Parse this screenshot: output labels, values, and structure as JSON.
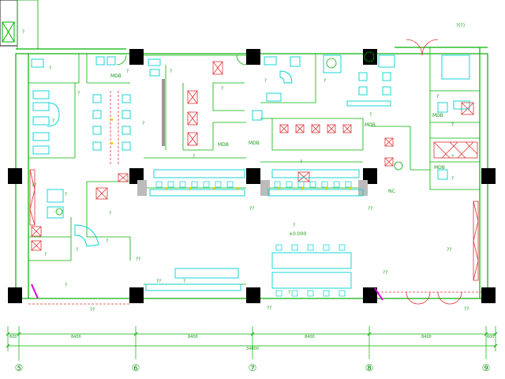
{
  "labels": {
    "fire_stair": "?",
    "fitness": "?",
    "reading": "?",
    "product_disp": "?",
    "studio": "?",
    "pres_room": "?",
    "office_area_top": "?",
    "tea_room": "?",
    "office_area_mid": "?",
    "office_area_cx": "?",
    "office_area_right": "?",
    "mdb_1": "MDB",
    "mdb_2": "MDB",
    "mdb_3": "MDB",
    "mdb_4": "MDB",
    "mdb_5": "MDB",
    "mdb_right": "MDB",
    "ne_entrance": "?(?)",
    "elev_hall": "?",
    "right_room_a": "?",
    "right_room_b": "?",
    "right_room_c": "?",
    "reception": "?",
    "hall_main": "?",
    "hall_level": "±0.000",
    "display": "?",
    "service": "?",
    "se_exit": "??",
    "s_exit_left": "??",
    "s_exit_center": "??",
    "s_exit_right": "??",
    "kiosk": "?",
    "front_desk": "?",
    "counter": "?",
    "door_1": "??",
    "door_2": "??",
    "door_3": "??",
    "door_4": "??",
    "c_exit": "??",
    "r_exit": "??",
    "nc_label": "NC",
    "corridor": "?",
    "screen_area": "?",
    "left_office": "?"
  },
  "dimensions": {
    "segments": [
      "600",
      "8400",
      "8400",
      "8400",
      "8400",
      "600"
    ],
    "total": "34800"
  },
  "axis_labels": [
    "⑤",
    "⑥",
    "⑦",
    "⑧",
    "⑨"
  ],
  "colors": {
    "wall": "#00b000",
    "furniture": "#00d0d0",
    "cabinet": "#e03030",
    "column": "#000000",
    "label": "#1a9a1a",
    "accent_magenta": "#e000e0",
    "yellow": "#e0d000"
  }
}
